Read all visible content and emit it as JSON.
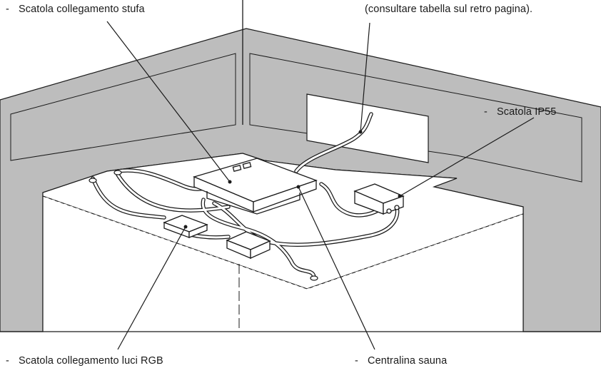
{
  "labels": {
    "heater_box": {
      "dash": "-",
      "text": "Scatola collegamento stufa"
    },
    "note": {
      "text": "(consultare tabella sul retro pagina)."
    },
    "ip55_box": {
      "dash": "-",
      "text": "Scatola IP55"
    },
    "rgb_box": {
      "dash": "-",
      "text": "Scatola collegamento luci RGB"
    },
    "control_unit": {
      "dash": "-",
      "text": "Centralina sauna"
    }
  },
  "colors": {
    "wall": "#bdbdbd",
    "ceiling": "#ffffff",
    "line": "#1a1a1a"
  }
}
